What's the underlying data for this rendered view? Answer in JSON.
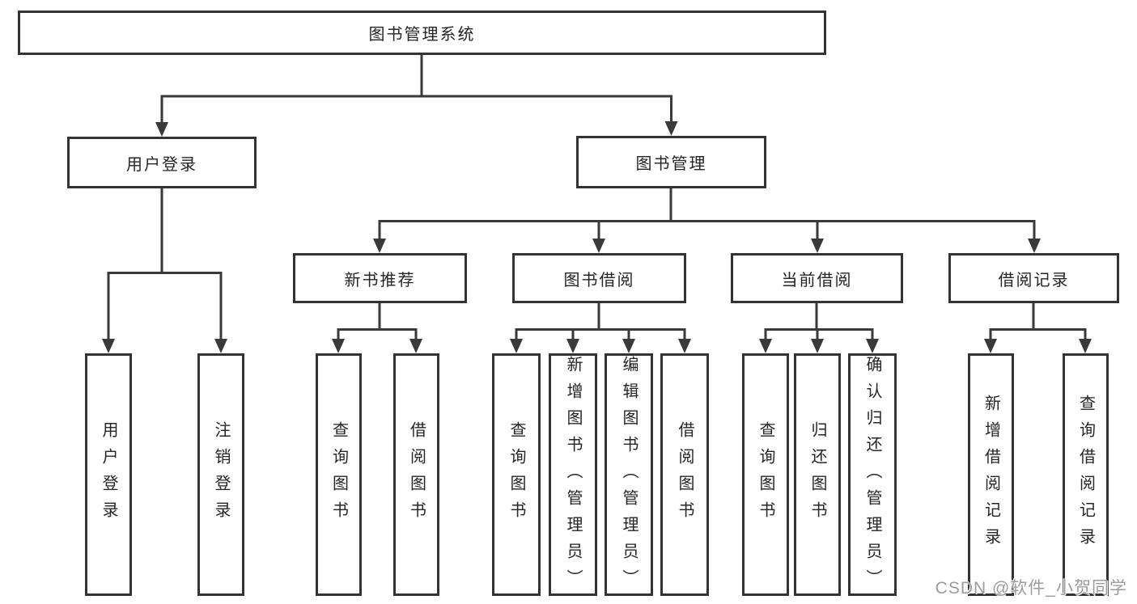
{
  "colors": {
    "background": "#ffffff",
    "line": "#3a3a3a",
    "box_border": "#333333",
    "text": "#252525",
    "watermark": "#9c9c9c"
  },
  "watermark": {
    "text": "CSDN @软件_小贺同学"
  },
  "tree": {
    "root": {
      "label": "图书管理系统"
    },
    "branches": [
      {
        "label": "用户登录",
        "children": [
          {
            "label": "用户登录"
          },
          {
            "label": "注销登录"
          }
        ]
      },
      {
        "label": "图书管理",
        "children": [
          {
            "label": "新书推荐",
            "children": [
              {
                "label": "查询图书"
              },
              {
                "label": "借阅图书"
              }
            ]
          },
          {
            "label": "图书借阅",
            "children": [
              {
                "label": "查询图书"
              },
              {
                "label": "新增图书（管理员）"
              },
              {
                "label": "编辑图书（管理员）"
              },
              {
                "label": "借阅图书"
              }
            ]
          },
          {
            "label": "当前借阅",
            "children": [
              {
                "label": "查询图书"
              },
              {
                "label": "归还图书"
              },
              {
                "label": "确认归还（管理员）"
              }
            ]
          },
          {
            "label": "借阅记录",
            "children": [
              {
                "label": "新增借阅记录"
              },
              {
                "label": "查询借阅记录"
              }
            ]
          }
        ]
      }
    ]
  }
}
